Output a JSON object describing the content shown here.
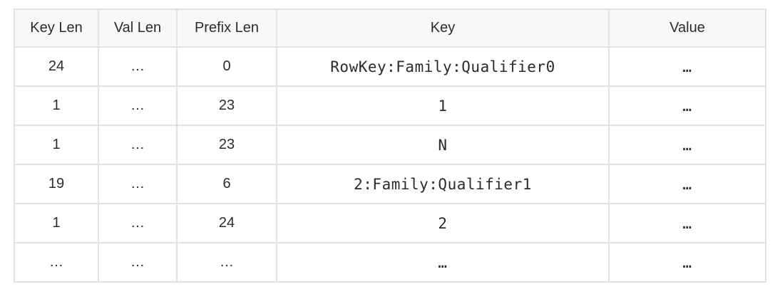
{
  "chart_data": {
    "type": "table",
    "title": "",
    "columns": [
      "Key Len",
      "Val Len",
      "Prefix Len",
      "Key",
      "Value"
    ],
    "rows": [
      [
        "24",
        "…",
        "0",
        "RowKey:Family:Qualifier0",
        "…"
      ],
      [
        "1",
        "…",
        "23",
        "1",
        "…"
      ],
      [
        "1",
        "…",
        "23",
        "N",
        "…"
      ],
      [
        "19",
        "…",
        "6",
        "2:Family:Qualifier1",
        "…"
      ],
      [
        "1",
        "…",
        "24",
        "2",
        "…"
      ],
      [
        "…",
        "…",
        "…",
        "…",
        "…"
      ]
    ]
  },
  "colors": {
    "header_background": "#f8f8f8",
    "border": "#e2e2e2",
    "text": "#2b2b2b",
    "page_background": "#ffffff"
  }
}
